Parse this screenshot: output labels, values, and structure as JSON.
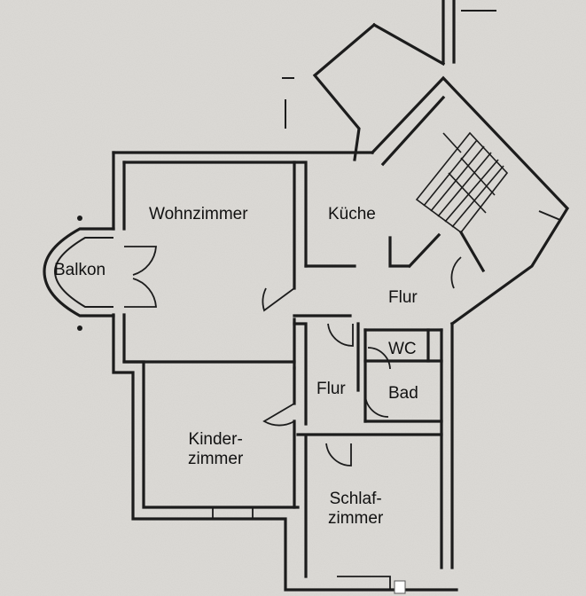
{
  "plan": {
    "rooms": {
      "wohnzimmer": "Wohnzimmer",
      "kueche": "Küche",
      "balkon": "Balkon",
      "flur_top": "Flur",
      "wc": "WC",
      "flur_mid": "Flur",
      "bad": "Bad",
      "kinderzimmer_line1": "Kinder-",
      "kinderzimmer_line2": "zimmer",
      "schlafzimmer_line1": "Schlaf-",
      "schlafzimmer_line2": "zimmer"
    }
  }
}
